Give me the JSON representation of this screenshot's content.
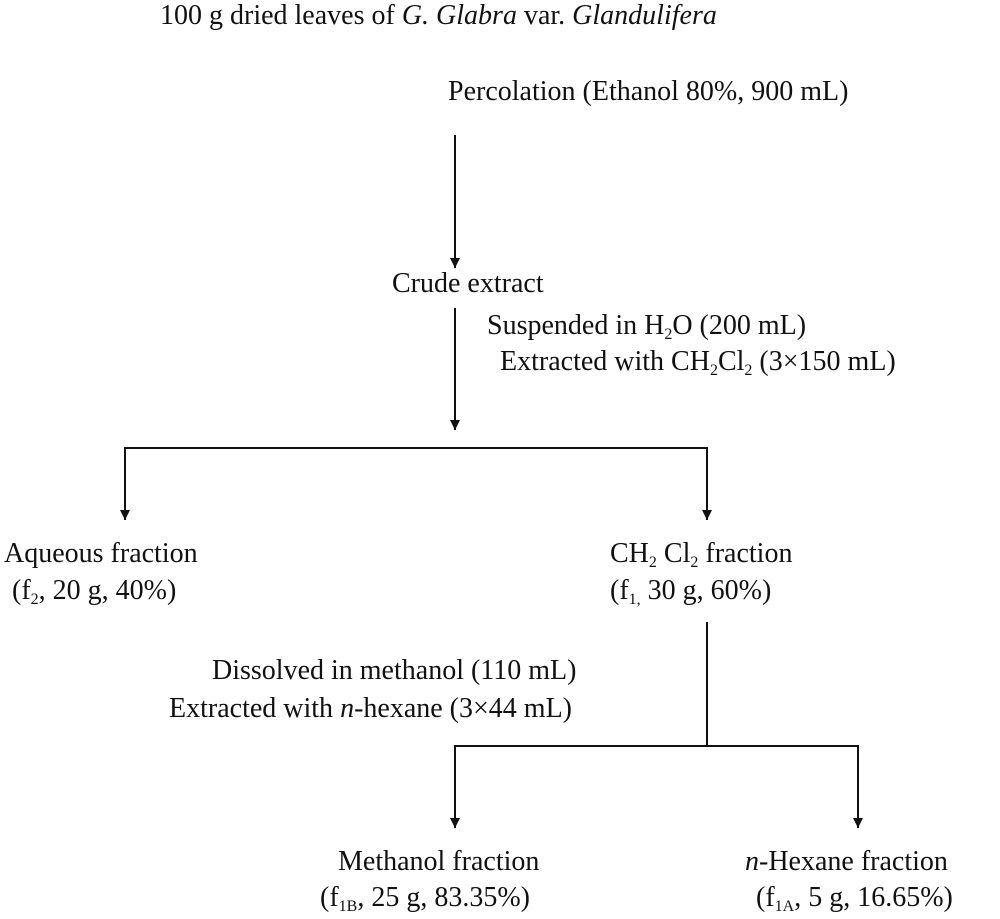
{
  "colors": {
    "line": "#111111",
    "text": "#111111",
    "background": "#ffffff"
  },
  "title": {
    "prefix": "100 g dried leaves of ",
    "genus": "G. Glabra",
    "var_label": " var. ",
    "variety": "Glandulifera"
  },
  "step1": "Percolation (Ethanol 80%, 900 mL)",
  "crude": "Crude extract",
  "step2": {
    "line1_a": "Suspended in H",
    "line1_sub": "2",
    "line1_b": "O (200 mL)",
    "line2_a": "Extracted with CH",
    "line2_sub1": "2",
    "line2_b": "Cl",
    "line2_sub2": "2",
    "line2_c": " (3×150 mL)"
  },
  "aqueous": {
    "name": "Aqueous fraction",
    "open": "(f",
    "sub": "2",
    "details": ", 20 g, 40%)"
  },
  "ch2cl2": {
    "name_a": "CH",
    "name_sub1": "2",
    "name_b": " Cl",
    "name_sub2": "2",
    "name_c": " fraction",
    "open": "(f",
    "sub": "1,",
    "details": " 30 g, 60%)"
  },
  "step3": {
    "line1": "Dissolved in methanol (110 mL)",
    "line2_a": "Extracted with ",
    "line2_italic": "n",
    "line2_b": "-hexane (3×44 mL)"
  },
  "methanol": {
    "name": "Methanol fraction",
    "open": "(f",
    "sub": "1B",
    "details": ", 25 g, 83.35%)"
  },
  "hexane": {
    "italic": "n",
    "name": "-Hexane fraction",
    "open": "(f",
    "sub": "1A",
    "details": ", 5 g, 16.65%)"
  }
}
